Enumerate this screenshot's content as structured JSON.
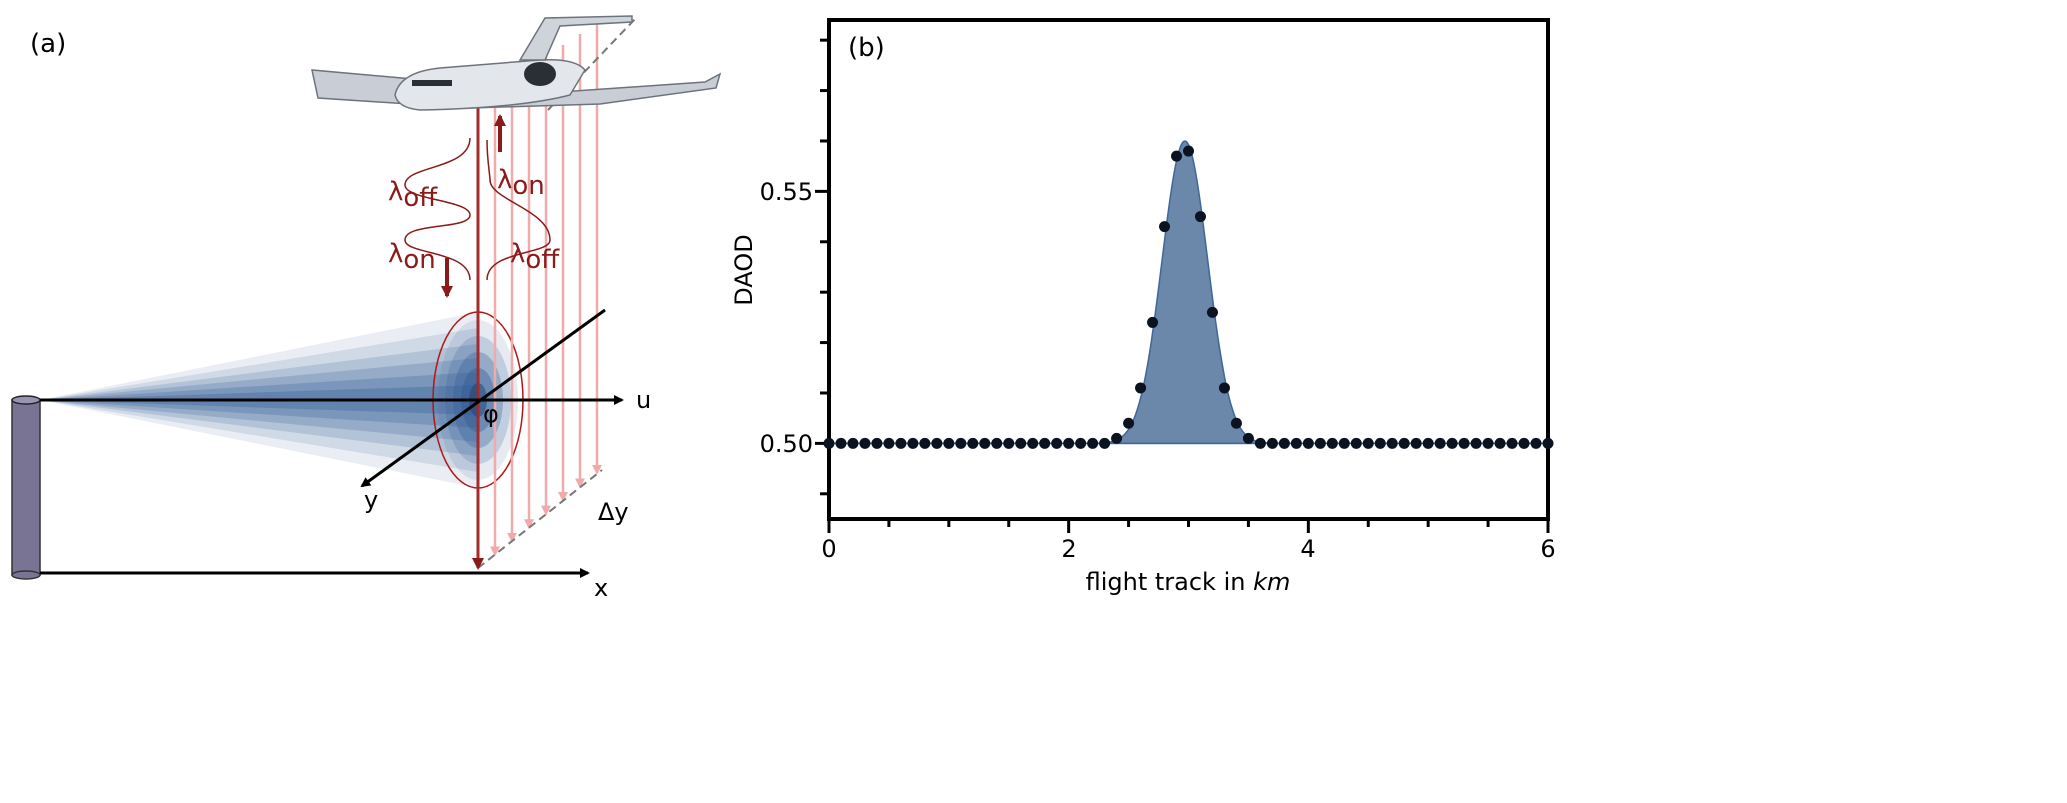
{
  "panel_a": {
    "label": "(a)",
    "labels": {
      "lambda_off_left": "λ",
      "lambda_off_left_sub": "off",
      "lambda_on_left": "λ",
      "lambda_on_left_sub": "on",
      "lambda_on_right": "λ",
      "lambda_on_right_sub": "on",
      "lambda_off_right": "λ",
      "lambda_off_right_sub": "off",
      "axis_u": "u",
      "axis_y": "y",
      "axis_x": "x",
      "angle": "φ",
      "delta_y": "Δy"
    },
    "colors": {
      "laser": "#8b1a1a",
      "laser_light": "#f0aaaa",
      "plume": "#2f5b94",
      "stack": "#7a7494"
    }
  },
  "panel_b": {
    "label": "(b)"
  },
  "chart_data": {
    "type": "scatter",
    "title": "",
    "xlabel": "flight track in ",
    "xlabel_unit": "km",
    "ylabel": "DAOD",
    "xlim": [
      0,
      6
    ],
    "ylim": [
      0.485,
      0.584
    ],
    "x_ticks": [
      0,
      2,
      4,
      6
    ],
    "x_tick_labels": [
      "0",
      "2",
      "4",
      "6"
    ],
    "x_minor_step": 0.5,
    "y_ticks": [
      0.5,
      0.55
    ],
    "y_tick_labels": [
      "0.50",
      "0.55"
    ],
    "y_minor_step": 0.01,
    "grid": false,
    "points": {
      "x_start": 0,
      "x_step": 0.1,
      "y": [
        0.5,
        0.5,
        0.5,
        0.5,
        0.5,
        0.5,
        0.5,
        0.5,
        0.5,
        0.5,
        0.5,
        0.5,
        0.5,
        0.5,
        0.5,
        0.5,
        0.5,
        0.5,
        0.5,
        0.5,
        0.5,
        0.5,
        0.5,
        0.5,
        0.501,
        0.504,
        0.511,
        0.524,
        0.543,
        0.557,
        0.558,
        0.545,
        0.526,
        0.511,
        0.504,
        0.501,
        0.5,
        0.5,
        0.5,
        0.5,
        0.5,
        0.5,
        0.5,
        0.5,
        0.5,
        0.5,
        0.5,
        0.5,
        0.5,
        0.5,
        0.5,
        0.5,
        0.5,
        0.5,
        0.5,
        0.5,
        0.5,
        0.5,
        0.5,
        0.5,
        0.5
      ]
    },
    "fit": {
      "shape": "gaussian",
      "baseline": 0.5,
      "amplitude": 0.06,
      "center": 2.97,
      "sigma": 0.19
    },
    "colors": {
      "fill": "#6b87aa",
      "line": "#3f6797",
      "points": "#0b1220"
    }
  }
}
